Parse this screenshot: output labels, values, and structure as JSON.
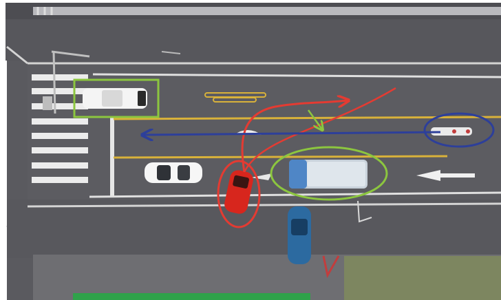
{
  "scene": {
    "type": "aerial-traffic-intersection",
    "colors": {
      "asphalt": "#5a5a5f",
      "sidewalk": "#9a9a9a",
      "lane_white": "#e8e8e8",
      "lane_yellow": "#d9b23a",
      "grass": "#7d8660",
      "green_bar": "#2fa24a",
      "red_car": "#d7261d",
      "blue_car": "#2c6aa0",
      "white_car": "#f4f4f4",
      "van_body": "#c9d2db",
      "annotation_red": "#e43b32",
      "annotation_green": "#8cc63f",
      "annotation_blue": "#2d3f9a"
    },
    "vehicles": [
      {
        "name": "white-police-car",
        "color": "white",
        "heading": "right"
      },
      {
        "name": "white-sedan",
        "color": "white",
        "heading": "right"
      },
      {
        "name": "red-car",
        "color": "red",
        "heading": "up-right"
      },
      {
        "name": "white-van",
        "color": "white-blue",
        "heading": "left"
      },
      {
        "name": "blue-car",
        "color": "blue",
        "heading": "down"
      }
    ],
    "annotations": [
      {
        "name": "police-car-box",
        "shape": "rectangle",
        "color": "green"
      },
      {
        "name": "van-ellipse",
        "shape": "ellipse",
        "color": "green"
      },
      {
        "name": "red-car-ellipse",
        "shape": "ellipse",
        "color": "red"
      },
      {
        "name": "far-vehicle-ellipse",
        "shape": "ellipse",
        "color": "blue"
      },
      {
        "name": "red-car-path-arrow",
        "shape": "curved-arrow",
        "color": "red"
      },
      {
        "name": "blue-lane-arrow",
        "shape": "arrow",
        "direction": "left",
        "color": "blue"
      },
      {
        "name": "green-turn-arrow",
        "shape": "arrow",
        "direction": "down",
        "color": "green"
      }
    ]
  }
}
